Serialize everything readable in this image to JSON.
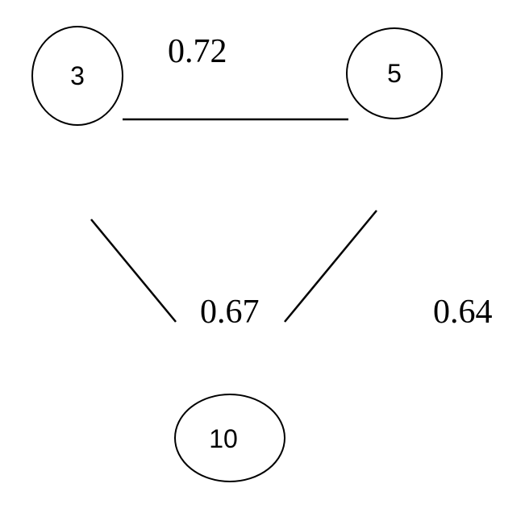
{
  "nodes": [
    {
      "id": "3",
      "label": "3"
    },
    {
      "id": "5",
      "label": "5"
    },
    {
      "id": "10",
      "label": "10"
    }
  ],
  "edges": [
    {
      "from": "3",
      "to": "5",
      "weight": "0.72"
    },
    {
      "from": "3",
      "to": "10",
      "weight": "0.67"
    },
    {
      "from": "5",
      "to": "10",
      "weight": "0.64"
    }
  ],
  "colors": {
    "stroke": "#000000",
    "background": "#ffffff"
  }
}
